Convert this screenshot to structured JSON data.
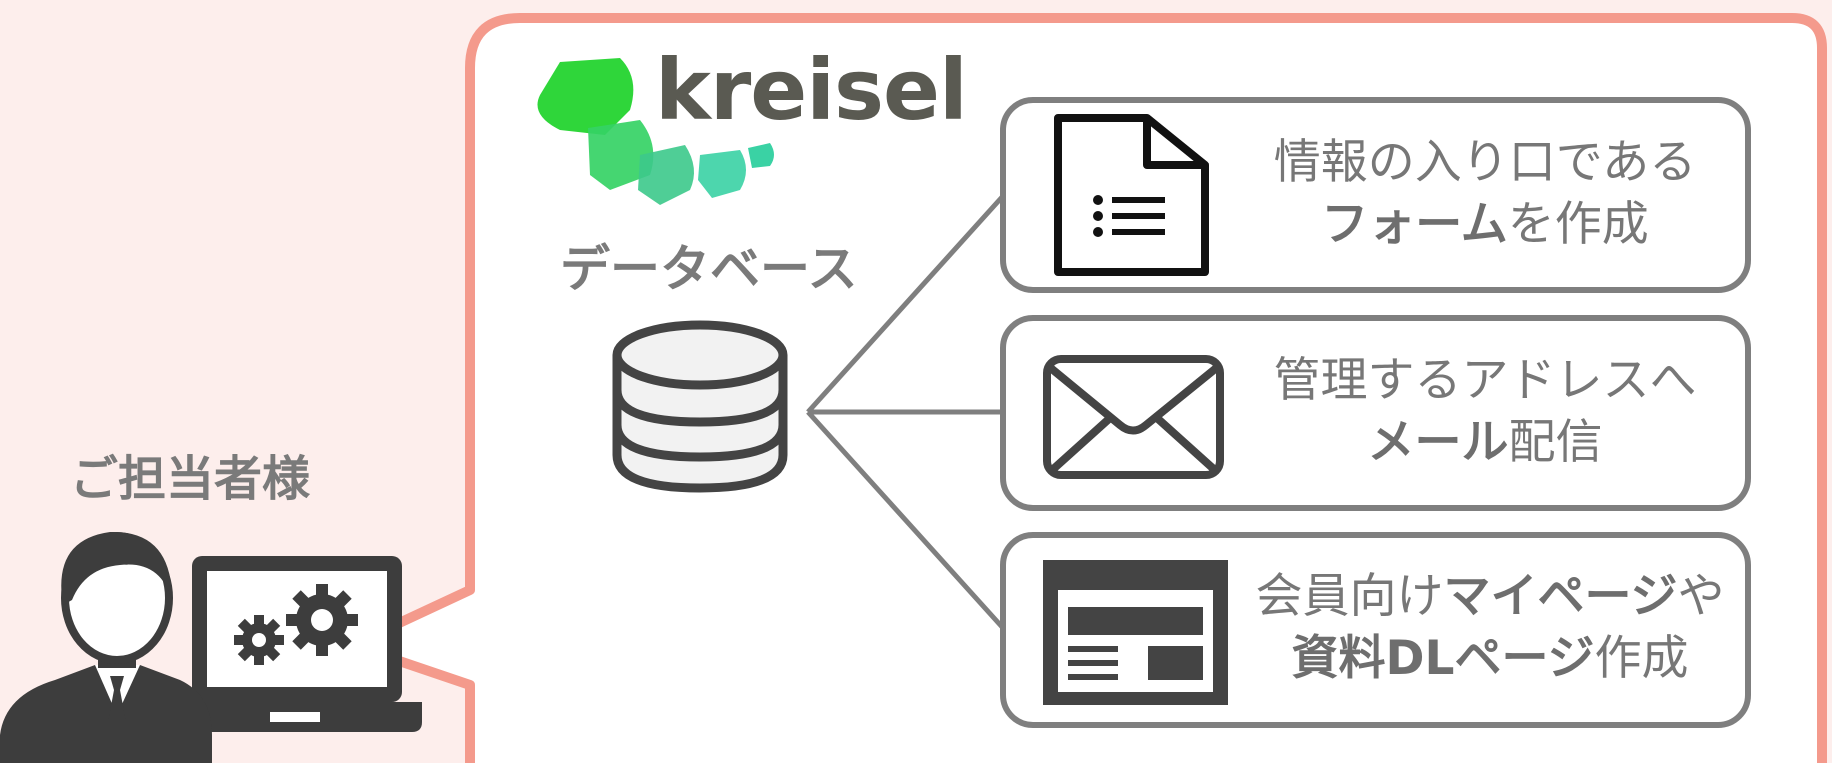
{
  "logo": {
    "text": "kreisel",
    "colors": [
      "#2fd63a",
      "#35d365",
      "#3cc98b",
      "#3ad2a4"
    ]
  },
  "database": {
    "label": "データベース"
  },
  "person": {
    "label": "ご担当者様"
  },
  "colors": {
    "bubble_border": "#f49a8c",
    "background": "#fdeeec",
    "gray": "#7f7f7f",
    "dark": "#444444"
  },
  "cards": [
    {
      "icon": "form-document-icon",
      "line1": "情報の入り口である",
      "line2_bold": "フォーム",
      "line2_rest": "を作成"
    },
    {
      "icon": "mail-envelope-icon",
      "line1": "管理するアドレスへ",
      "line2_bold": "メール",
      "line2_rest": "配信"
    },
    {
      "icon": "web-page-icon",
      "line1_rest": "会員向け",
      "line1_bold": "マイページ",
      "line1_tail": "や",
      "line2_bold": "資料DLページ",
      "line2_rest": "作成"
    }
  ]
}
